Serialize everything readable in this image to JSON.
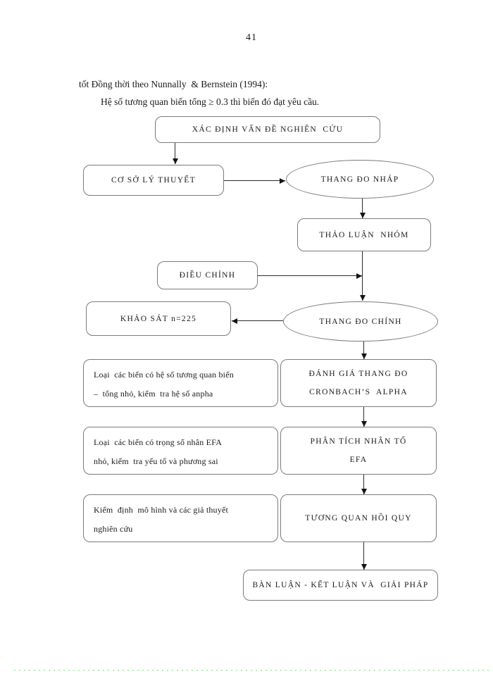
{
  "page": {
    "number": "41",
    "body": {
      "line1": "tốt Đồng thời theo Nunnally  & Bernstein (1994):",
      "line2": "Hệ số tương quan biến tổng ≥ 0.3 thì biến đó đạt yêu cầu."
    }
  },
  "flowchart": {
    "problem": "XÁC ĐỊNH VẤN ĐỀ NGHIÊN  CỨU",
    "theory": "CƠ SỞ LÝ THUYẾT",
    "draft_scale": "THANG ĐO NHÁP",
    "group_discussion": "THẢO LUẬN  NHÓM",
    "adjustment": "ĐIỀU CHỈNH",
    "survey": "KHẢO SÁT n=225",
    "main_scale": "THANG ĐO CHÍNH",
    "cronbach": {
      "line1": "ĐÁNH GIÁ THANG ĐO",
      "line2": "CRONBACH’S  ALPHA"
    },
    "efa": {
      "line1": "PHÂN TÍCH NHÂN TỐ",
      "line2": "EFA"
    },
    "regression": "TƯƠNG QUAN HỒI QUY",
    "conclusion": "BÀN LUẬN - KẾT LUẬN VÀ  GIẢI PHÁP",
    "note_cronbach": {
      "line1": "Loại  các biến có hệ số tương quan biến",
      "line2": "–  tổng nhỏ, kiểm  tra hệ số anpha"
    },
    "note_efa": {
      "line1": "Loại  các biến có trọng số nhân EFA",
      "line2": "nhỏ, kiểm  tra yếu tố và phương sai"
    },
    "note_regression": {
      "line1": "Kiểm  định  mô hình và các giả thuyết",
      "line2": "nghiên cứu"
    }
  },
  "colors": {
    "background": "#ffffff",
    "text": "#1a1a1a",
    "node_border": "#7b7b7b",
    "arrow": "#141414",
    "bottom_dotted_line": "#b5f0b5"
  }
}
